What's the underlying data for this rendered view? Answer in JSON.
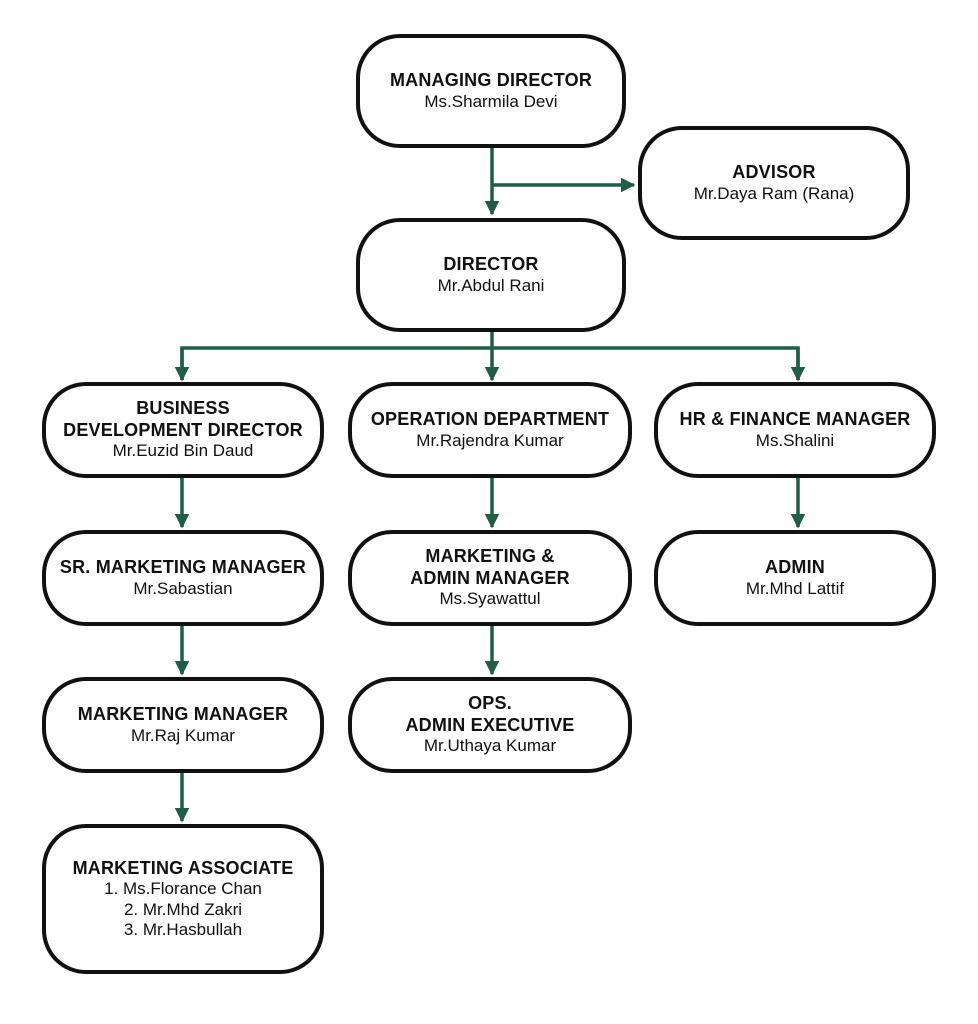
{
  "colors": {
    "connector": "#1f5e45",
    "border": "#111111"
  },
  "nodes": {
    "md": {
      "title": "MANAGING DIRECTOR",
      "name": "Ms.Sharmila Devi"
    },
    "advisor": {
      "title": "ADVISOR",
      "name": "Mr.Daya Ram (Rana)"
    },
    "director": {
      "title": "DIRECTOR",
      "name": "Mr.Abdul Rani"
    },
    "bdd": {
      "title": "BUSINESS\nDEVELOPMENT DIRECTOR",
      "name": "Mr.Euzid Bin Daud"
    },
    "ops": {
      "title": "OPERATION DEPARTMENT",
      "name": "Mr.Rajendra Kumar"
    },
    "hr": {
      "title": "HR & FINANCE MANAGER",
      "name": "Ms.Shalini"
    },
    "srmm": {
      "title": "SR. MARKETING MANAGER",
      "name": "Mr.Sabastian"
    },
    "mam": {
      "title": "MARKETING &\nADMIN MANAGER",
      "name": "Ms.Syawattul"
    },
    "admin": {
      "title": "ADMIN",
      "name": "Mr.Mhd Lattif"
    },
    "mm": {
      "title": "MARKETING MANAGER",
      "name": "Mr.Raj Kumar"
    },
    "opsexec": {
      "title": "OPS.\nADMIN EXECUTIVE",
      "name": "Mr.Uthaya Kumar"
    },
    "ma": {
      "title": "MARKETING ASSOCIATE",
      "names": [
        "1. Ms.Florance Chan",
        "2. Mr.Mhd Zakri",
        "3. Mr.Hasbullah"
      ]
    }
  }
}
